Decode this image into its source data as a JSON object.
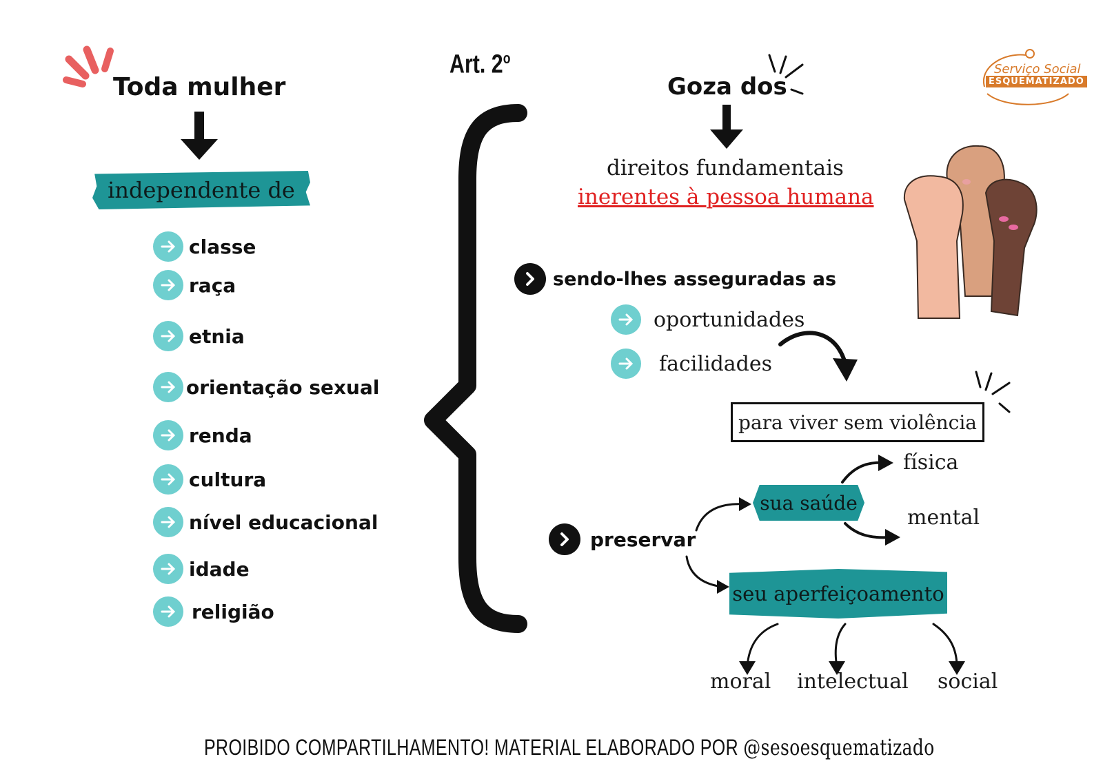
{
  "left": {
    "title": "Toda mulher",
    "banner": "independente de",
    "items": [
      "classe",
      "raça",
      "etnia",
      "orientação sexual",
      "renda",
      "cultura",
      "nível educacional",
      "idade",
      "religião"
    ]
  },
  "center": {
    "article": "Art. 2",
    "article_sup": "o"
  },
  "right": {
    "heading": "Goza dos",
    "rights_line1": "direitos fundamentais",
    "rights_line2": "inerentes à pessoa humana",
    "assured": "sendo-lhes asseguradas as",
    "opportunities": "oportunidades",
    "facilities": "facilidades",
    "live_without_violence": "para viver sem violência",
    "preserve": "preservar",
    "health": "sua saúde",
    "physical": "física",
    "mental": "mental",
    "improvement": "seu aperfeiçoamento",
    "moral": "moral",
    "intellectual": "intelectual",
    "social": "social"
  },
  "logo": {
    "line1": "Serviço Social",
    "line2": "ESQUEMATIZADO"
  },
  "footer": {
    "text": "PROIBIDO COMPARTILHAMENTO!  MATERIAL ELABORADO POR ",
    "handle": "@sesoesquematizado"
  },
  "colors": {
    "teal": "#1e9596",
    "light_teal": "#6fcfcf",
    "accent_red": "#e02020",
    "deco_red": "#e86060",
    "logo_orange": "#d87a2a"
  }
}
